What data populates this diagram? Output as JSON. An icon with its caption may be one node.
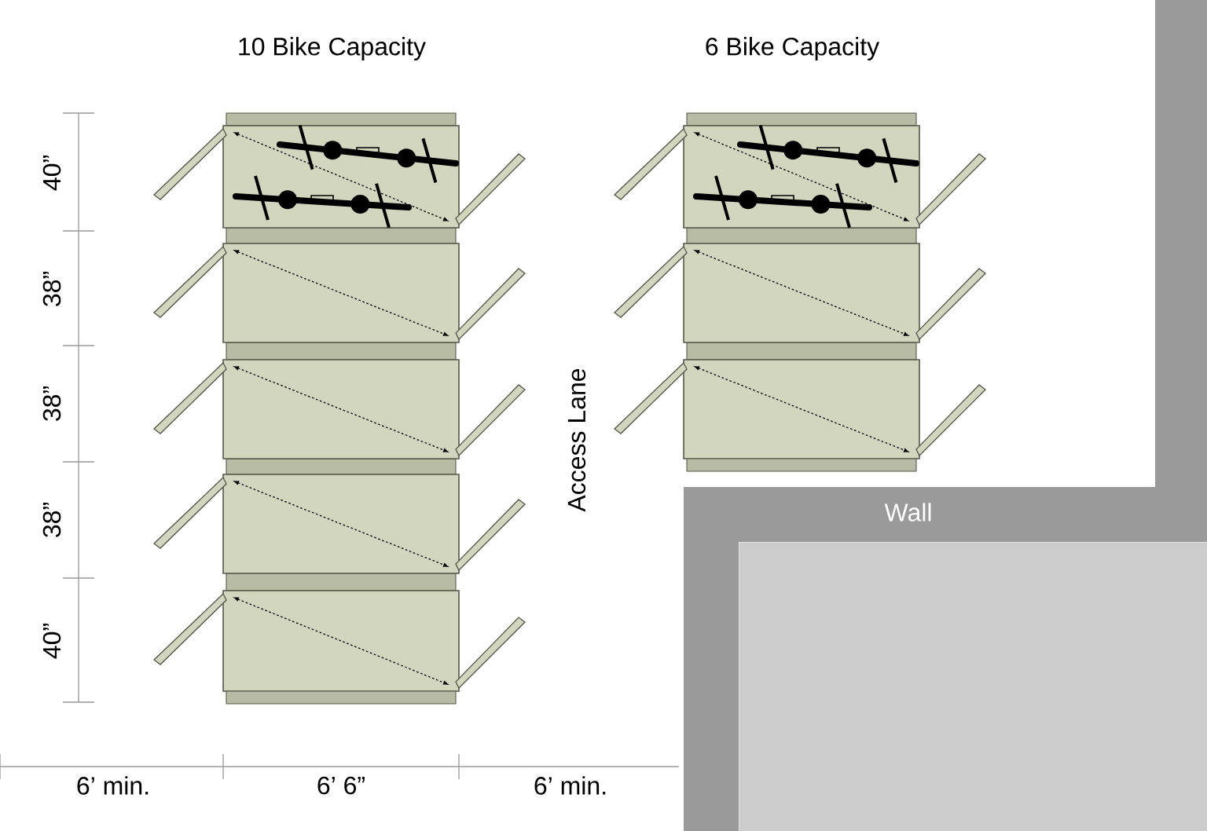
{
  "diagram": {
    "nodes": [
      {
        "text": [
          "Wall"
        ]
      },
      {
        "text": [],
        "shape": "box"
      }
    ],
    "labels": [
      "10 Bike Capacity",
      "6 Bike Capacity",
      "40”",
      "38”",
      "38”",
      "38”",
      "40”",
      "Access Lane",
      "6’ min.",
      "6’ 6”",
      "6’ min."
    ]
  }
}
